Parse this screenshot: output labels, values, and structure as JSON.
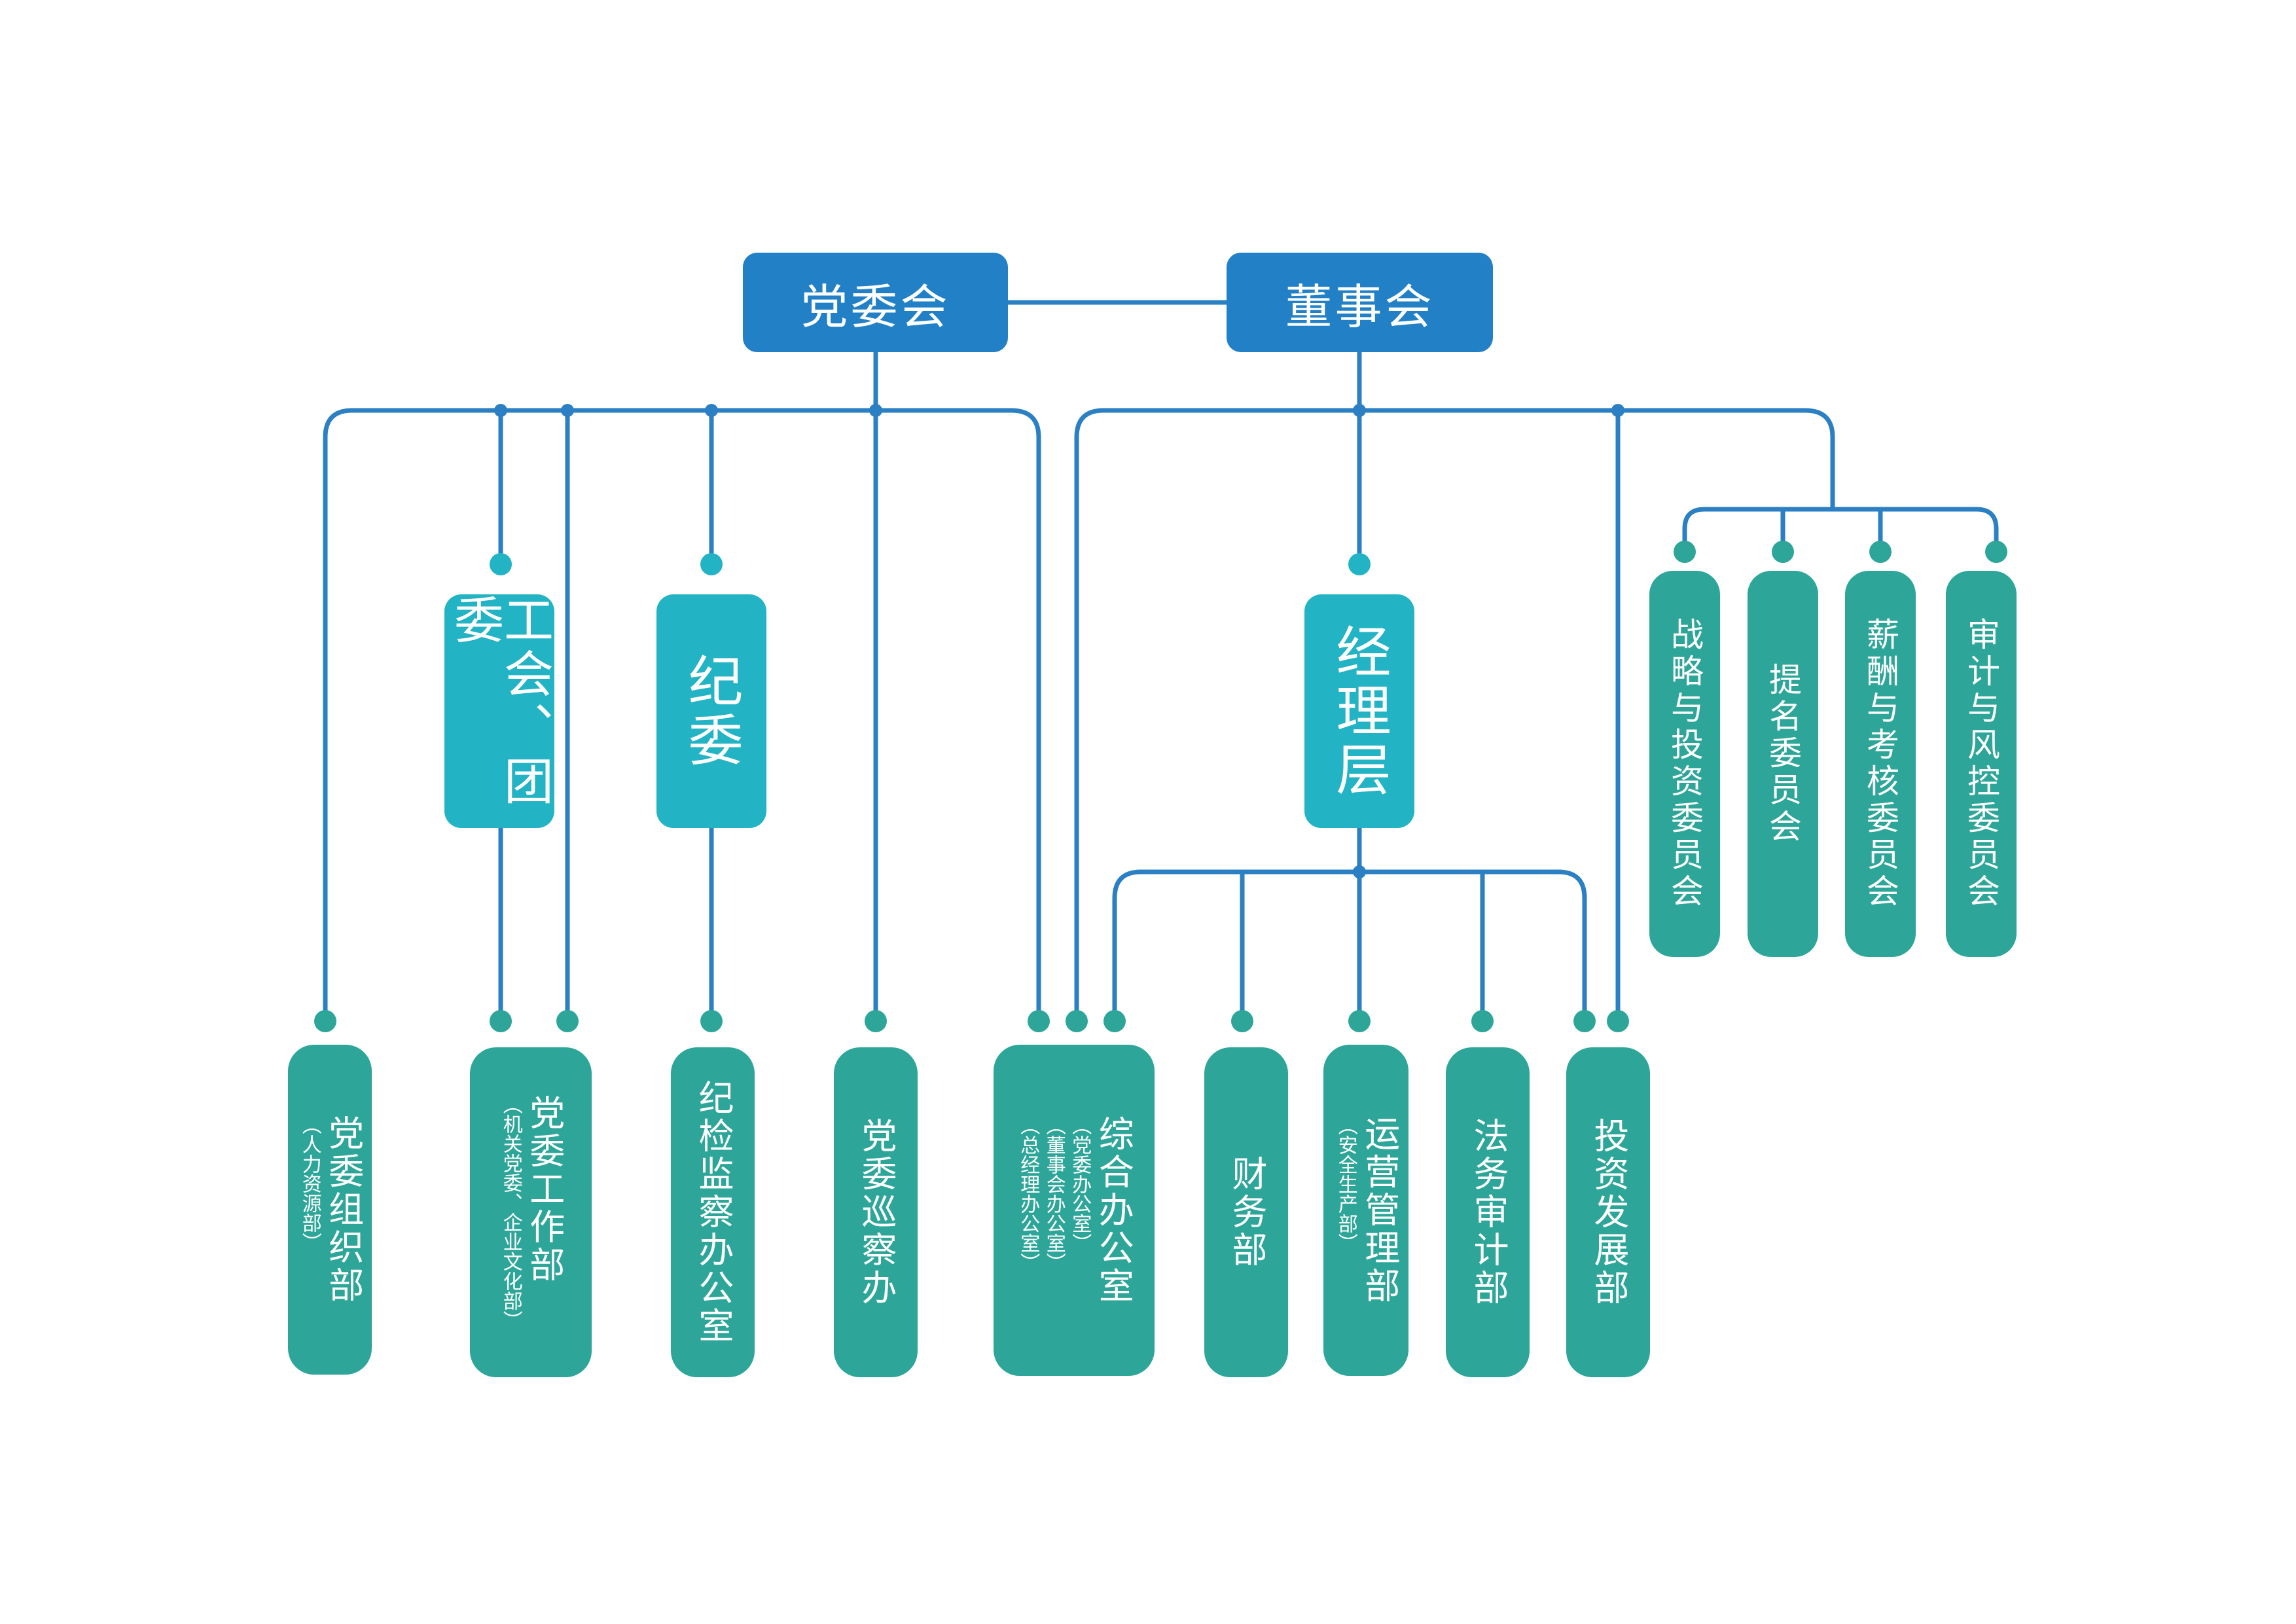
{
  "colors": {
    "line": "#2b7fc3",
    "top": "#2281c6",
    "middle": "#22b3c4",
    "bottom": "#2da699"
  },
  "top": {
    "party": "党委会",
    "board": "董事会"
  },
  "middle": {
    "union": "工会、团委",
    "discipline": "纪委",
    "management": "经理层"
  },
  "committees": [
    "战略与投资委员会",
    "提名委员会",
    "薪酬与考核委员会",
    "审计与风控委员会"
  ],
  "departments": {
    "org": {
      "name": "党委组织部",
      "sub": "（人力资源部）"
    },
    "work": {
      "name": "党委工作部",
      "sub": "（机关党委、企业文化部）"
    },
    "inspect": {
      "name": "纪检监察办公室"
    },
    "patrol": {
      "name": "党委巡察办"
    },
    "general": {
      "name": "综合办公室",
      "sub1": "（总经理办公室）",
      "sub2": "（董事会办公室）",
      "sub3": "（党委办公室）"
    },
    "finance": {
      "name": "财务部"
    },
    "operation": {
      "name": "运营管理部",
      "sub": "（安全生产部）"
    },
    "legal": {
      "name": "法务审计部"
    },
    "invest": {
      "name": "投资发展部"
    }
  }
}
